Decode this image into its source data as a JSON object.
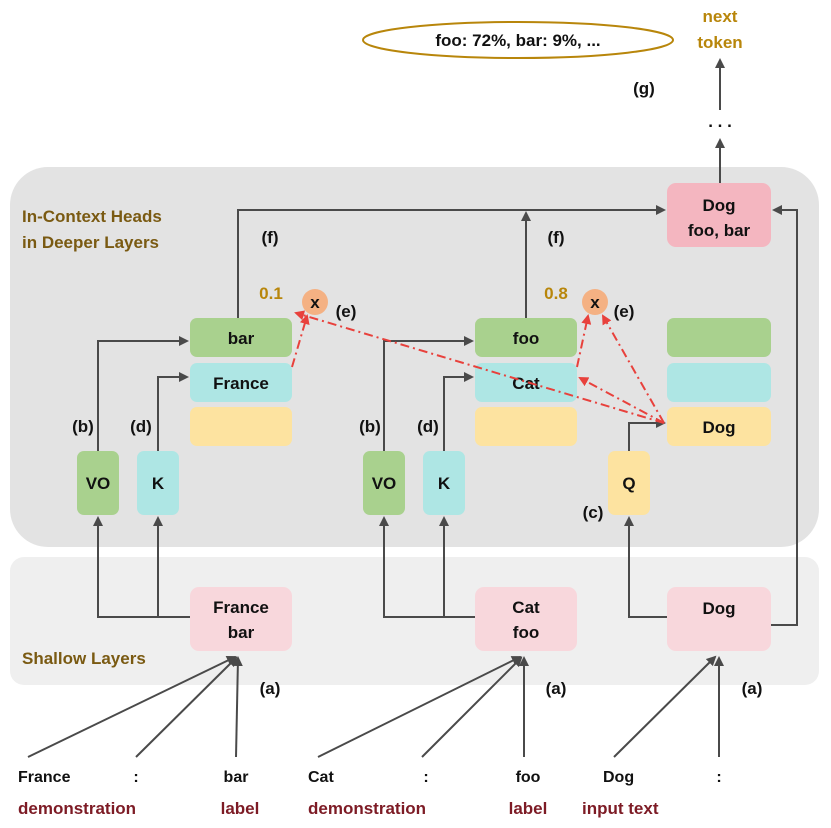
{
  "regions": {
    "deep_label_line1": "In-Context Heads",
    "deep_label_line2": "in Deeper Layers",
    "shallow_label": "Shallow Layers"
  },
  "output": {
    "distribution": "foo: 72%, bar: 9%, ...",
    "next_token_line1": "next",
    "next_token_line2": "token",
    "ellipsis": ". . .",
    "g_label": "(g)"
  },
  "final_box": {
    "line1": "Dog",
    "line2": "foo, bar"
  },
  "heads": [
    {
      "weight": "0.1",
      "mult": "x",
      "e_label": "(e)",
      "f_label": "(f)",
      "b_label": "(b)",
      "d_label": "(d)",
      "value_text": "bar",
      "key_text": "France",
      "vo": "VO",
      "k": "K",
      "shallow_line1": "France",
      "shallow_line2": "bar",
      "a_label": "(a)"
    },
    {
      "weight": "0.8",
      "mult": "x",
      "e_label": "(e)",
      "f_label": "(f)",
      "b_label": "(b)",
      "d_label": "(d)",
      "value_text": "foo",
      "key_text": "Cat",
      "vo": "VO",
      "k": "K",
      "shallow_line1": "Cat",
      "shallow_line2": "foo",
      "a_label": "(a)"
    }
  ],
  "query": {
    "q": "Q",
    "c_label": "(c)",
    "query_text": "Dog",
    "shallow_text": "Dog",
    "a_label": "(a)"
  },
  "inputs": {
    "tokens": [
      "France",
      ":",
      "bar",
      "Cat",
      ":",
      "foo",
      "Dog",
      ":"
    ],
    "roles": [
      "demonstration",
      "label",
      "demonstration",
      "label",
      "input text"
    ]
  },
  "colors": {
    "green": "#a9d18e",
    "cyan": "#aee6e4",
    "yellow": "#fde3a0",
    "pink_light": "#f8d7dc",
    "pink_strong": "#f4b6c0",
    "orange_circle": "#f4b183",
    "panel_deep": "#e3e3e3",
    "panel_shallow": "#efefef",
    "gold": "#b8860b",
    "red_text": "#7d1b25",
    "dash_red": "#e8413c"
  }
}
